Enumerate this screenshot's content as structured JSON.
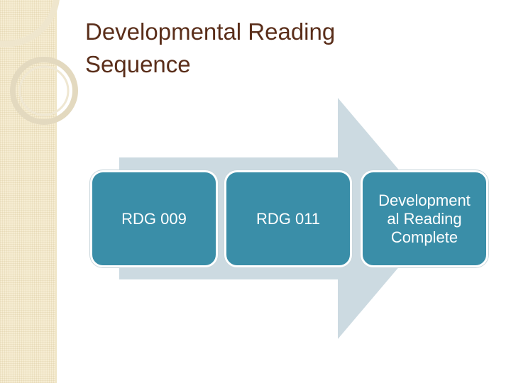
{
  "slide": {
    "title": "Developmental Reading\nSequence"
  },
  "diagram": {
    "type": "process-arrow",
    "steps": [
      {
        "label": "RDG 009"
      },
      {
        "label": "RDG 011"
      },
      {
        "label": "Development\nal Reading\nComplete"
      }
    ]
  },
  "colors": {
    "title": "#5a2e1a",
    "box_fill": "#3a8ea8",
    "arrow_fill": "#ccdae1",
    "sidebar": "#f6edd3",
    "ring": "#e6dcc2"
  }
}
